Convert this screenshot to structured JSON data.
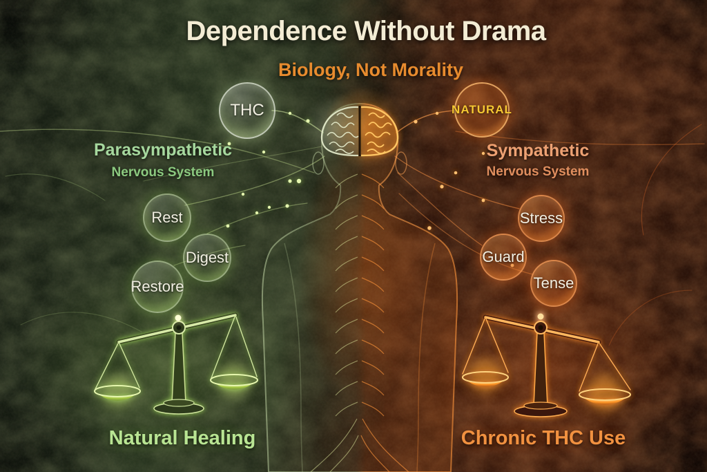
{
  "title": "Dependence Without Drama",
  "subtitle": "Biology, Not Morality",
  "left": {
    "system_line1": "Parasympathetic",
    "system_line2": "Nervous System",
    "bubbles": {
      "thc": "THC",
      "rest": "Rest",
      "digest": "Digest",
      "restore": "Restore"
    },
    "caption": "Natural Healing"
  },
  "right": {
    "system_line1": "Sympathetic",
    "system_line2": "Nervous System",
    "bubbles": {
      "natural": "NATURAL",
      "stress": "Stress",
      "guard": "Guard",
      "tense": "Tense"
    },
    "caption": "Chronic THC Use"
  },
  "colors": {
    "title_text": "#f3ecd4",
    "subtitle_text": "#e78b2e",
    "left_heading": "#a6d89e",
    "left_subheading": "#8bc97f",
    "left_caption": "#b9e593",
    "right_heading": "#eda173",
    "right_subheading": "#e08e5e",
    "right_caption": "#f19140",
    "natural_bubble_text": "#f6c832",
    "bubble_text": "#f2efe2",
    "green_glow": "#aee860",
    "orange_glow": "#ff8a20"
  }
}
